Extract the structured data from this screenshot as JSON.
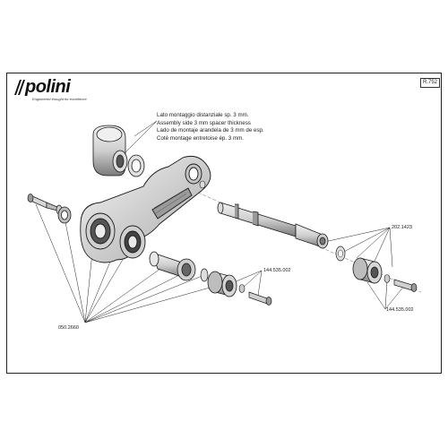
{
  "brand": {
    "name": "polini",
    "tagline": "Engineered thought for excellence"
  },
  "sheet_code": "R.752",
  "note_lines": [
    "Lato montaggio distanziale sp. 3 mm.",
    "Assembly side 3 mm spacer thickness",
    "Lado de montaje arandela de 3 mm de esp.",
    "Coté montage entretoise ép. 3 mm."
  ],
  "callouts": {
    "right_top": "202.1423",
    "mid_right": "144.535.002",
    "right_bottom": "144.535.002",
    "left_bottom": "050.2660"
  },
  "colors": {
    "line": "#1a1a1a",
    "fill_light": "#e6e6e6",
    "fill_mid": "#bdbdbd",
    "fill_dark": "#4a4a4a"
  }
}
